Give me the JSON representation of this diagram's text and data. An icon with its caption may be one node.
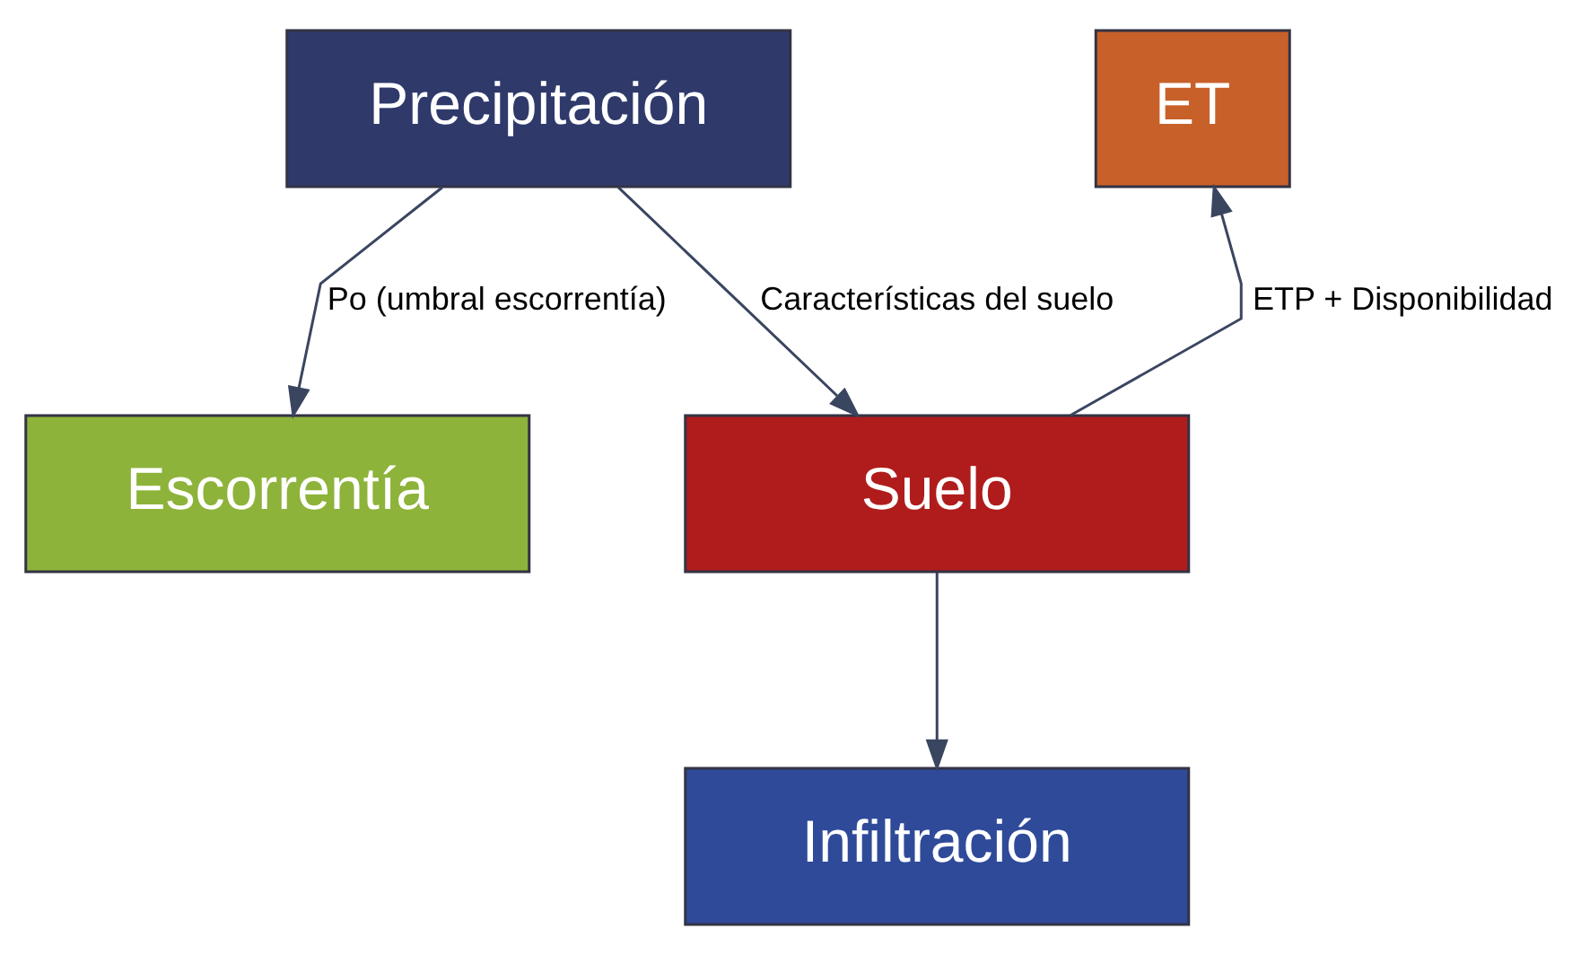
{
  "diagram": {
    "nodes": [
      {
        "text": [
          "Precipitación"
        ]
      },
      {
        "text": [
          "ET"
        ]
      },
      {
        "text": [
          "Escorrentía"
        ]
      },
      {
        "text": [
          "Suelo"
        ]
      },
      {
        "text": [
          "Infiltración"
        ]
      }
    ],
    "edges": [
      {
        "from": 0,
        "to": 2,
        "arrow": "to",
        "label": "Po (umbral escorrentía)"
      },
      {
        "from": 0,
        "to": 3,
        "arrow": "to",
        "label": "Características del suelo"
      },
      {
        "from": 3,
        "to": 1,
        "arrow": "to",
        "label": "ETP + Disponibilidad"
      },
      {
        "from": 3,
        "to": 4,
        "arrow": "to"
      }
    ]
  }
}
